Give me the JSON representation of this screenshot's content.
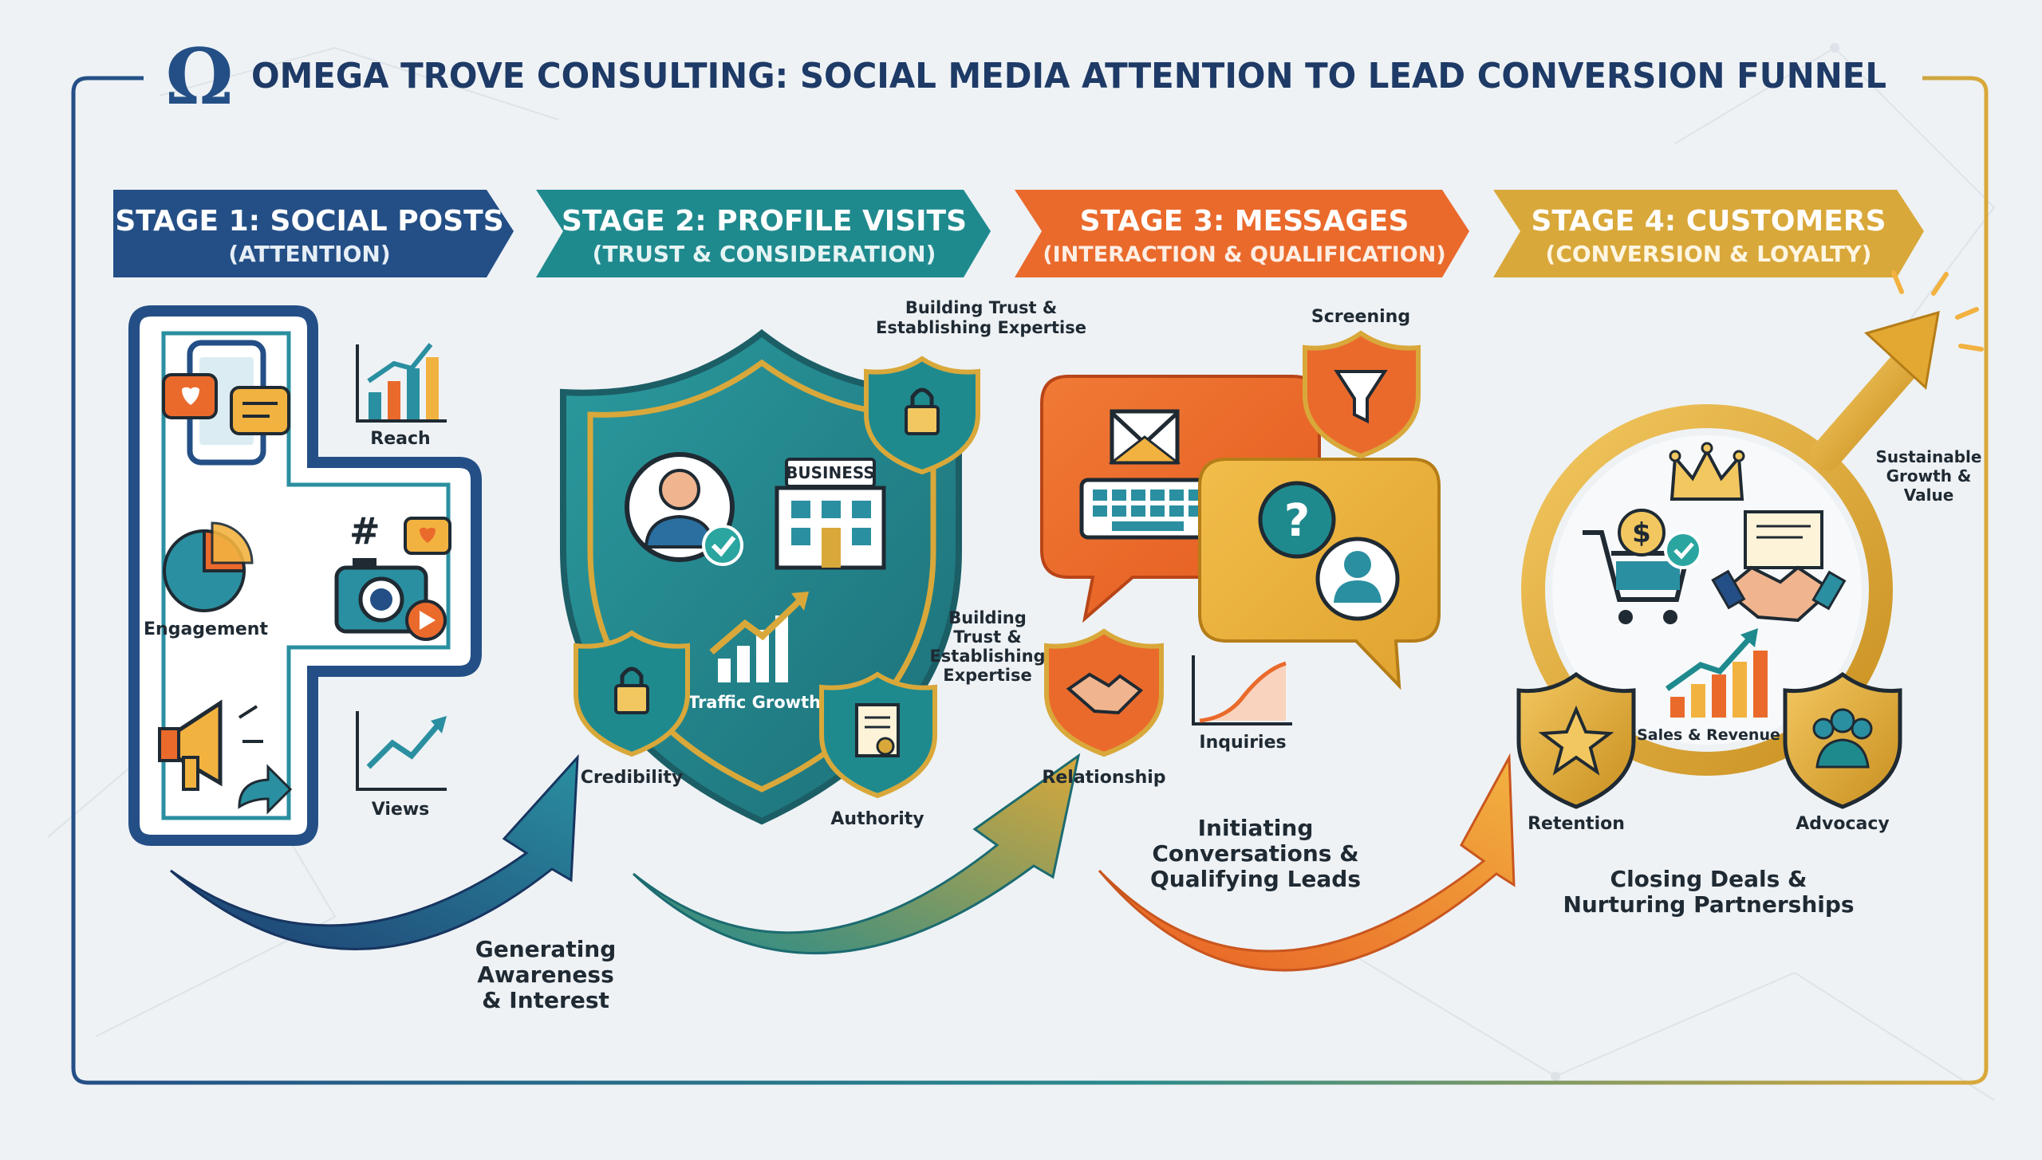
{
  "header": {
    "title": "OMEGA TROVE CONSULTING: SOCIAL MEDIA ATTENTION TO LEAD CONVERSION FUNNEL",
    "logo_glyph": "Ω"
  },
  "stages": [
    {
      "title": "STAGE 1: SOCIAL POSTS",
      "subtitle": "(ATTENTION)",
      "color": "#244f86"
    },
    {
      "title": "STAGE 2: PROFILE VISITS",
      "subtitle": "(TRUST & CONSIDERATION)",
      "color": "#1f8a8e"
    },
    {
      "title": "STAGE 3: MESSAGES",
      "subtitle": "(INTERACTION & QUALIFICATION)",
      "color": "#ea6a2c"
    },
    {
      "title": "STAGE 4: CUSTOMERS",
      "subtitle": "(CONVERSION & LOYALTY)",
      "color": "#d9a83a"
    }
  ],
  "stage1": {
    "reach": "Reach",
    "engagement": "Engagement",
    "views": "Views",
    "caption": [
      "Generating",
      "Awareness",
      "& Interest"
    ]
  },
  "stage2": {
    "trust_top": [
      "Building Trust &",
      "Establishing Expertise"
    ],
    "business_sign": "BUSINESS",
    "traffic": "Traffic Growth",
    "credibility": "Credibility",
    "authority": "Authority",
    "trust_side": [
      "Building",
      "Trust &",
      "Establishing",
      "Expertise"
    ]
  },
  "stage3": {
    "screening": "Screening",
    "inquiries": "Inquiries",
    "relationship": "Relationship",
    "caption": [
      "Initiating",
      "Conversations &",
      "Qualifying Leads"
    ]
  },
  "stage4": {
    "sustainable": [
      "Sustainable",
      "Growth &",
      "Value"
    ],
    "sales": "Sales & Revenue",
    "retention": "Retention",
    "advocacy": "Advocacy",
    "caption": [
      "Closing Deals &",
      "Nurturing Partnerships"
    ]
  },
  "colors": {
    "navy": "#244f86",
    "teal": "#1f8a8e",
    "orange": "#ea6a2c",
    "gold": "#d9a83a",
    "dark": "#1f2a33"
  }
}
